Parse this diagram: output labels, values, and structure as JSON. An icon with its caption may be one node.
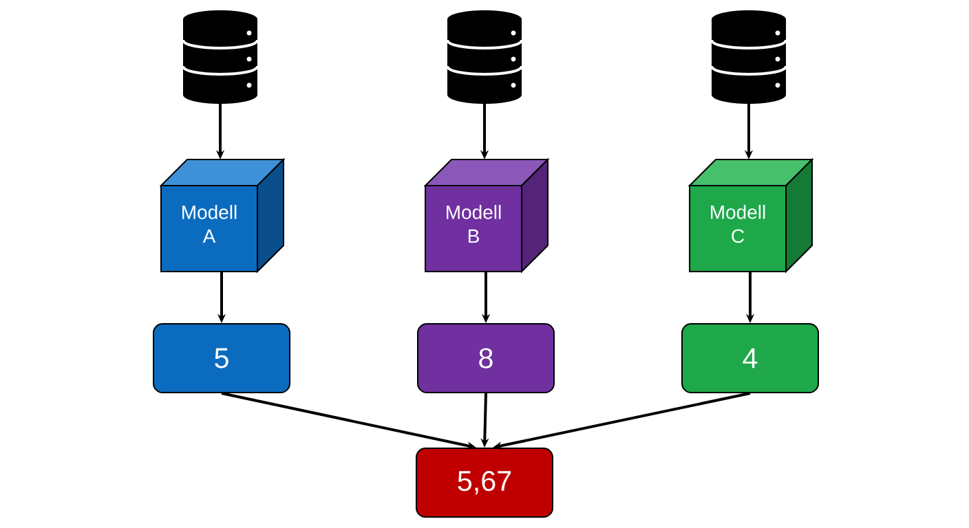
{
  "diagram": {
    "nodes": [
      {
        "text": [],
        "shape": "cylinder"
      },
      {
        "text": [],
        "shape": "cylinder"
      },
      {
        "text": [],
        "shape": "cylinder"
      },
      {
        "text": [
          "Modell A"
        ]
      },
      {
        "text": [
          "Modell B"
        ]
      },
      {
        "text": [
          "Modell C"
        ]
      },
      {
        "text": [
          "5"
        ]
      },
      {
        "text": [
          "8"
        ]
      },
      {
        "text": [
          "4"
        ]
      },
      {
        "text": [
          "5,67"
        ]
      }
    ],
    "edges": [
      {
        "from": 0,
        "to": 3,
        "arrow": "to"
      },
      {
        "from": 1,
        "to": 4,
        "arrow": "to"
      },
      {
        "from": 2,
        "to": 5,
        "arrow": "to"
      },
      {
        "from": 3,
        "to": 6,
        "arrow": "to"
      },
      {
        "from": 4,
        "to": 7,
        "arrow": "to"
      },
      {
        "from": 5,
        "to": 8,
        "arrow": "to"
      },
      {
        "from": 6,
        "to": 9,
        "arrow": "to"
      },
      {
        "from": 7,
        "to": 9,
        "arrow": "to"
      },
      {
        "from": 8,
        "to": 9,
        "arrow": "to"
      }
    ]
  }
}
